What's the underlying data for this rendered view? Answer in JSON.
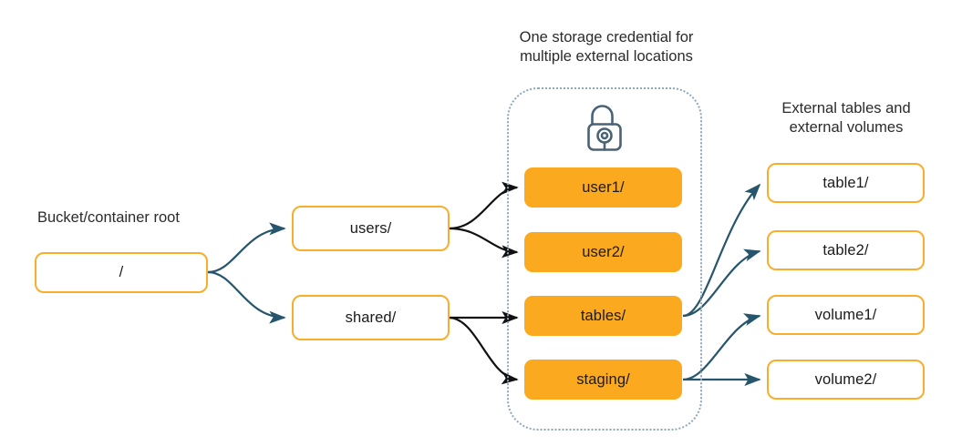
{
  "diagram": {
    "title_center": "One storage credential for\nmultiple external locations",
    "title_right": "External tables and\nexternal volumes",
    "label_left": "Bucket/container root",
    "colors": {
      "orange_border": "#f8ae2b",
      "orange_fill": "#fba91f",
      "arrow_teal": "#27556b",
      "arrow_black": "#111111",
      "dotted_border": "#8fa7bb",
      "text": "#1b1b1b",
      "lock_stroke": "#4a6275"
    },
    "icons": {
      "lock": "lock-icon"
    },
    "nodes": {
      "root": {
        "label": "/"
      },
      "level2": [
        {
          "label": "users/"
        },
        {
          "label": "shared/"
        }
      ],
      "external_locations": [
        {
          "label": "user1/"
        },
        {
          "label": "user2/"
        },
        {
          "label": "tables/"
        },
        {
          "label": "staging/"
        }
      ],
      "assets": [
        {
          "label": "table1/"
        },
        {
          "label": "table2/"
        },
        {
          "label": "volume1/"
        },
        {
          "label": "volume2/"
        }
      ]
    }
  }
}
